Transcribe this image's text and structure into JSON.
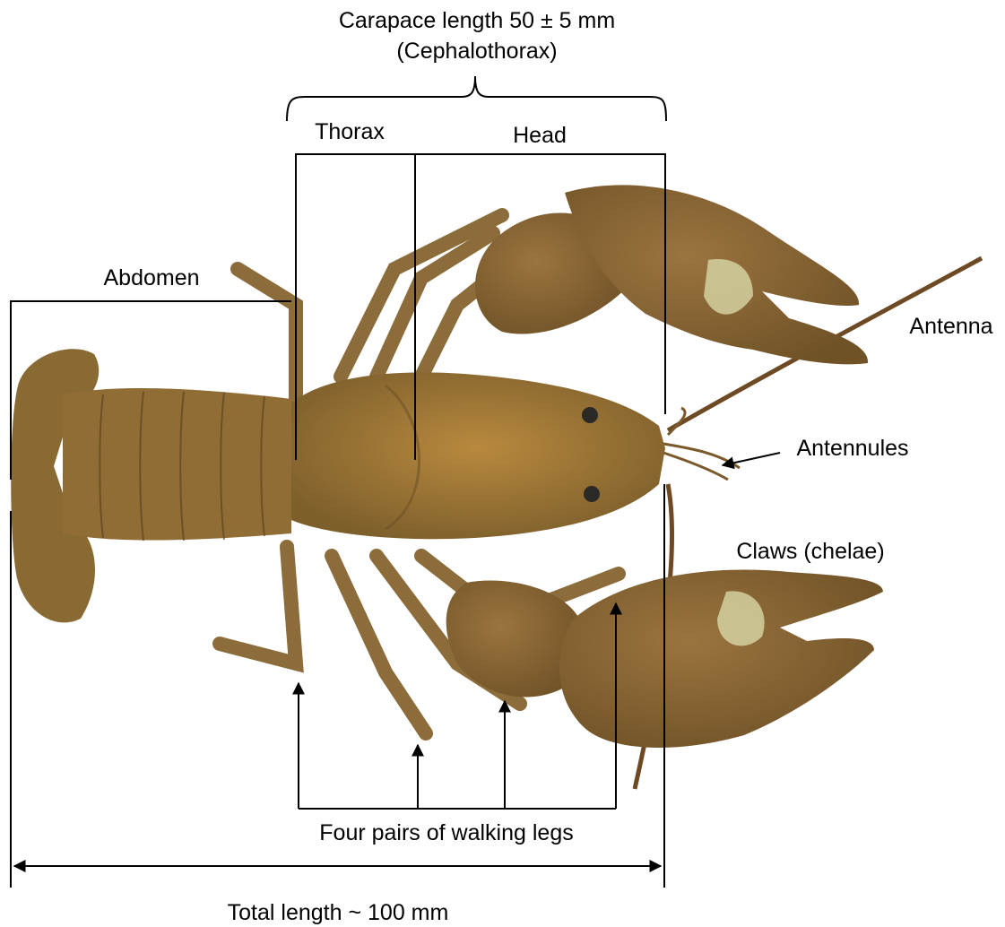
{
  "labels": {
    "carapace_length": "Carapace length 50 ± 5 mm",
    "cephalothorax": "(Cephalothorax)",
    "thorax": "Thorax",
    "head": "Head",
    "abdomen": "Abdomen",
    "antenna": "Antenna",
    "antennules": "Antennules",
    "claws": "Claws (chelae)",
    "walking_legs": "Four pairs of walking legs",
    "total_length": "Total length ~ 100 mm"
  },
  "colors": {
    "body": "#8a6a33",
    "body_dark": "#6e5426",
    "body_light": "#a98344",
    "claw": "#8f6b38",
    "claw_light": "#d8d7a6",
    "background": "#ffffff"
  },
  "illustration": "crayfish-photo"
}
